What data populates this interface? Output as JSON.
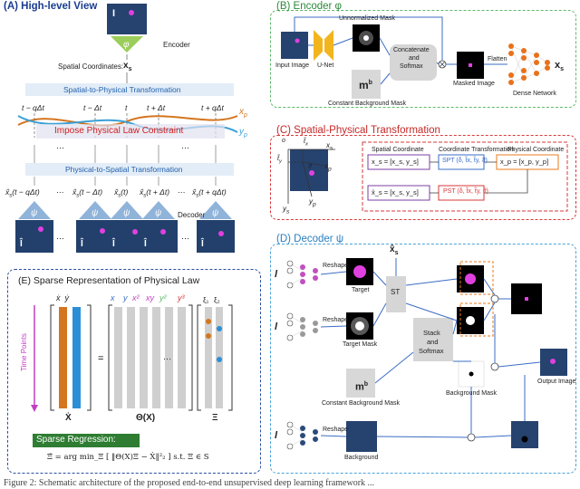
{
  "panelA": {
    "title": "(A) High-level View",
    "encoder": "Encoder",
    "spatial_coords": "Spatial Coordinates:",
    "s2p": "Spatial-to-Physical Transformation",
    "physical_law": "Impose Physical Law Constraint",
    "p2s": "Physical-to-Spatial Transformation",
    "decoder": "Decoder",
    "times": [
      "t − qΔt",
      "t − Δt",
      "t",
      "t + Δt",
      "t + qΔt"
    ],
    "xp": "x_p",
    "yp": "y_p"
  },
  "panelB": {
    "title": "(B) Encoder φ",
    "input_image": "Input Image",
    "unet": "U-Net",
    "unnormalized_mask": "Unnormalized Mask",
    "concat": [
      "Concatenate",
      "and",
      "Softmax"
    ],
    "flatten": "Flatten",
    "masked_image": "Masked Image",
    "dense_network": "Dense Network",
    "constant_bg_mask": "Constant Background Mask",
    "mb": "m",
    "mb_sup": "b"
  },
  "panelC": {
    "title": "(C) Spatial-Physical Transformation",
    "spatial_coordinate": "Spatial Coordinate",
    "coordinate_transformation": "Coordinate Transformation",
    "physical_coordinate": "Physical Coordinate",
    "xs_eq": "x_s = [x_s, y_s]",
    "spt": "SPT (δ, t̃x, t̃y, ϑ)",
    "xp_eq": "x_p = [x_p, y_p]",
    "xhat_eq": "x̂_s = [x_s, y_s]",
    "pst": "PST (δ, t̃x, t̃y, ϑ)"
  },
  "panelD": {
    "title": "(D) Decoder ψ",
    "reshape": "Reshape",
    "target": "Target",
    "st": "ST",
    "target_mask": "Target Mask",
    "stack": [
      "Stack",
      "and",
      "Softmax"
    ],
    "constant_bg_mask": "Constant Background Mask",
    "background_mask": "Background Mask",
    "output_image": "Output Image",
    "background": "Background"
  },
  "panelE": {
    "title": "(E) Sparse Representation of Physical Law",
    "time_points": "Time Points",
    "lib_labels": [
      "x",
      "y",
      "x²",
      "xy",
      "y²",
      "y³"
    ],
    "xi_labels": [
      "ξ₁",
      "ξ₂"
    ],
    "theta": "Θ(X)",
    "xi": "Ξ",
    "xdot": "Ẋ",
    "sparse_reg": "Sparse Regression:",
    "equation": "Ξ̂ = arg min_Ξ [ ‖Θ(X)Ξ − Ẋ‖²₂ ] s.t. Ξ ∈ S"
  },
  "caption": "Figure 2: Schematic architecture of the proposed end-to-end unsupervised deep learning framework ..."
}
